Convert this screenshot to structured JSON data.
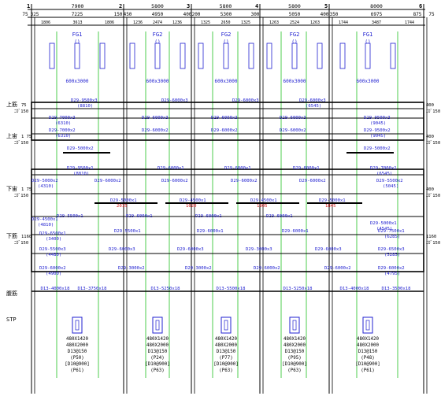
{
  "grid": {
    "axes": [
      "1",
      "2",
      "3",
      "4",
      "5",
      "6"
    ],
    "spans": [
      "7900",
      "5800",
      "5800",
      "5800",
      "8000"
    ],
    "sub": [
      [
        "75",
        "325",
        "7225",
        "150",
        "450"
      ],
      [
        "4950",
        "400"
      ],
      [
        "200",
        "5300",
        "300"
      ],
      [
        "5050",
        "400",
        "350"
      ],
      [
        "6975",
        "875",
        "75"
      ]
    ],
    "col_strips": [
      [
        "1806",
        "3613",
        "1806"
      ],
      [
        "1236",
        "2474",
        "1236"
      ],
      [
        "1325",
        "2650",
        "1325"
      ],
      [
        "1263",
        "2524",
        "1263"
      ],
      [
        "1744",
        "3487",
        "1744"
      ]
    ]
  },
  "footings": [
    {
      "label": "FG1",
      "size": "600x3000"
    },
    {
      "label": "FG2",
      "size": "600x3000"
    },
    {
      "label": "FG2",
      "size": "600x3000"
    },
    {
      "label": "FG2",
      "size": "600x3000"
    },
    {
      "label": "FG1",
      "size": "600x3000"
    }
  ],
  "row_labels": [
    {
      "main": "上筋",
      "sub": "75",
      "sub2": "ﾆｶﾞ150"
    },
    {
      "main": "上宙",
      "sub": "1 75",
      "sub2": "ﾆｶﾞ150"
    },
    {
      "main": "下宙",
      "sub": "1 75",
      "sub2": "ﾆｶﾞ150"
    },
    {
      "main": "下筋",
      "sub": "1160",
      "sub2": "ﾆｶﾞ150"
    },
    {
      "main": "腹筋",
      "sub": "",
      "sub2": ""
    },
    {
      "main": "STP",
      "sub": "",
      "sub2": ""
    }
  ],
  "right_labels": [
    "400",
    "ﾆｶﾞ150",
    "400",
    "ﾆｶﾞ150",
    "400",
    "ﾆｶﾞ150",
    "1160",
    "ﾆｶﾞ150"
  ],
  "rebar": [
    {
      "t": "D29-9500x3",
      "sub": "(8810)"
    },
    {
      "t": "D29-6000x3"
    },
    {
      "t": "D29-6000x3"
    },
    {
      "t": "D29-6000x3",
      "sub": "(6545)"
    },
    {
      "t": "D29-7000x3",
      "sub": "(6310)"
    },
    {
      "t": "D29-6000x3"
    },
    {
      "t": "D29-6000x3"
    },
    {
      "t": "D29-6000x3"
    },
    {
      "t": "D29-9500x3",
      "sub": "(9045)"
    },
    {
      "t": "D29-7000x2",
      "sub": "(6310)"
    },
    {
      "t": "D29-6000x2"
    },
    {
      "t": "D29-6000x2"
    },
    {
      "t": "D29-6000x2"
    },
    {
      "t": "D29-9500x2",
      "sub": "(9045)"
    },
    {
      "t": "D29-5000x2"
    },
    {
      "t": "D29-5000x2"
    },
    {
      "t": "D29-9500x1",
      "sub": "(8810)"
    },
    {
      "t": "D29-6000x1"
    },
    {
      "t": "D29-6000x1"
    },
    {
      "t": "D29-6000x1"
    },
    {
      "t": "D29-7000x1",
      "sub": "(6545)"
    },
    {
      "t": "D29-5000x2",
      "sub": "(4310)"
    },
    {
      "t": "D29-6000x2"
    },
    {
      "t": "D29-6000x2"
    },
    {
      "t": "D29-6000x2"
    },
    {
      "t": "D29-6000x2"
    },
    {
      "t": "D29-5500x2",
      "sub": "(5045)"
    },
    {
      "t": "D29-5000x1",
      "sub": "2015"
    },
    {
      "t": "D29-4500x1",
      "sub": "1020"
    },
    {
      "t": "D29-4500x1",
      "sub": "1905"
    },
    {
      "t": "D29-5000x1",
      "sub": "1845"
    },
    {
      "t": "D29-4500x1",
      "sub": "(4810)"
    },
    {
      "t": "D29-5500x1"
    },
    {
      "t": "D29-6000x1"
    },
    {
      "t": "D29-6000x1"
    },
    {
      "t": "D29-6000x1"
    },
    {
      "t": "D29-5000x1",
      "sub": "(4545)"
    },
    {
      "t": "D29-6500x1",
      "sub": "(3400)"
    },
    {
      "t": "D29-5500x1"
    },
    {
      "t": "D29-6000x1"
    },
    {
      "t": "D29-6000x1"
    },
    {
      "t": "D29-7500x1",
      "sub": "(6285)"
    },
    {
      "t": "D29-5500x3",
      "sub": "(4480)"
    },
    {
      "t": "D29-6000x3"
    },
    {
      "t": "D29-6000x3"
    },
    {
      "t": "D29-3000x3"
    },
    {
      "t": "D29-6000x3"
    },
    {
      "t": "D29-6500x3",
      "sub": "(5285)"
    },
    {
      "t": "D29-6000x2",
      "sub": "(4900)"
    },
    {
      "t": "D29-3000x2"
    },
    {
      "t": "D29-3000x2"
    },
    {
      "t": "D29-6000x2"
    },
    {
      "t": "D29-6000x2"
    },
    {
      "t": "D29-6000x2",
      "sub": "(4795)"
    }
  ],
  "web": [
    "D13-4000x18",
    "D13-3750x18",
    "D13-5250x18",
    "D13-5500x18",
    "D13-5250x18",
    "D13-4000x18",
    "D13-3500x18"
  ],
  "piles": [
    {
      "l1": "480X1420",
      "l2": "480X2000",
      "l3": "D13@150",
      "l4": "(P50)",
      "l5": "[D10@900]",
      "l6": "(P61)"
    },
    {
      "l1": "480X1420",
      "l2": "480X2000",
      "l3": "D13@150",
      "l4": "(P24)",
      "l5": "[D10@900]",
      "l6": "(P63)"
    },
    {
      "l1": "480X1420",
      "l2": "480X2000",
      "l3": "D13@150",
      "l4": "(P77)",
      "l5": "[D10@900]",
      "l6": "(P63)"
    },
    {
      "l1": "480X1420",
      "l2": "480X2000",
      "l3": "D13@150",
      "l4": "(P95)",
      "l5": "[D10@900]",
      "l6": "(P63)"
    },
    {
      "l1": "480X1420",
      "l2": "480X2000",
      "l3": "D13@150",
      "l4": "(P48)",
      "l5": "[D10@900]",
      "l6": "(P61)"
    }
  ],
  "colors": {
    "line": "#000000",
    "blue": "#2020d0",
    "red": "#d01010",
    "green": "#20c020",
    "gray": "#808080"
  }
}
